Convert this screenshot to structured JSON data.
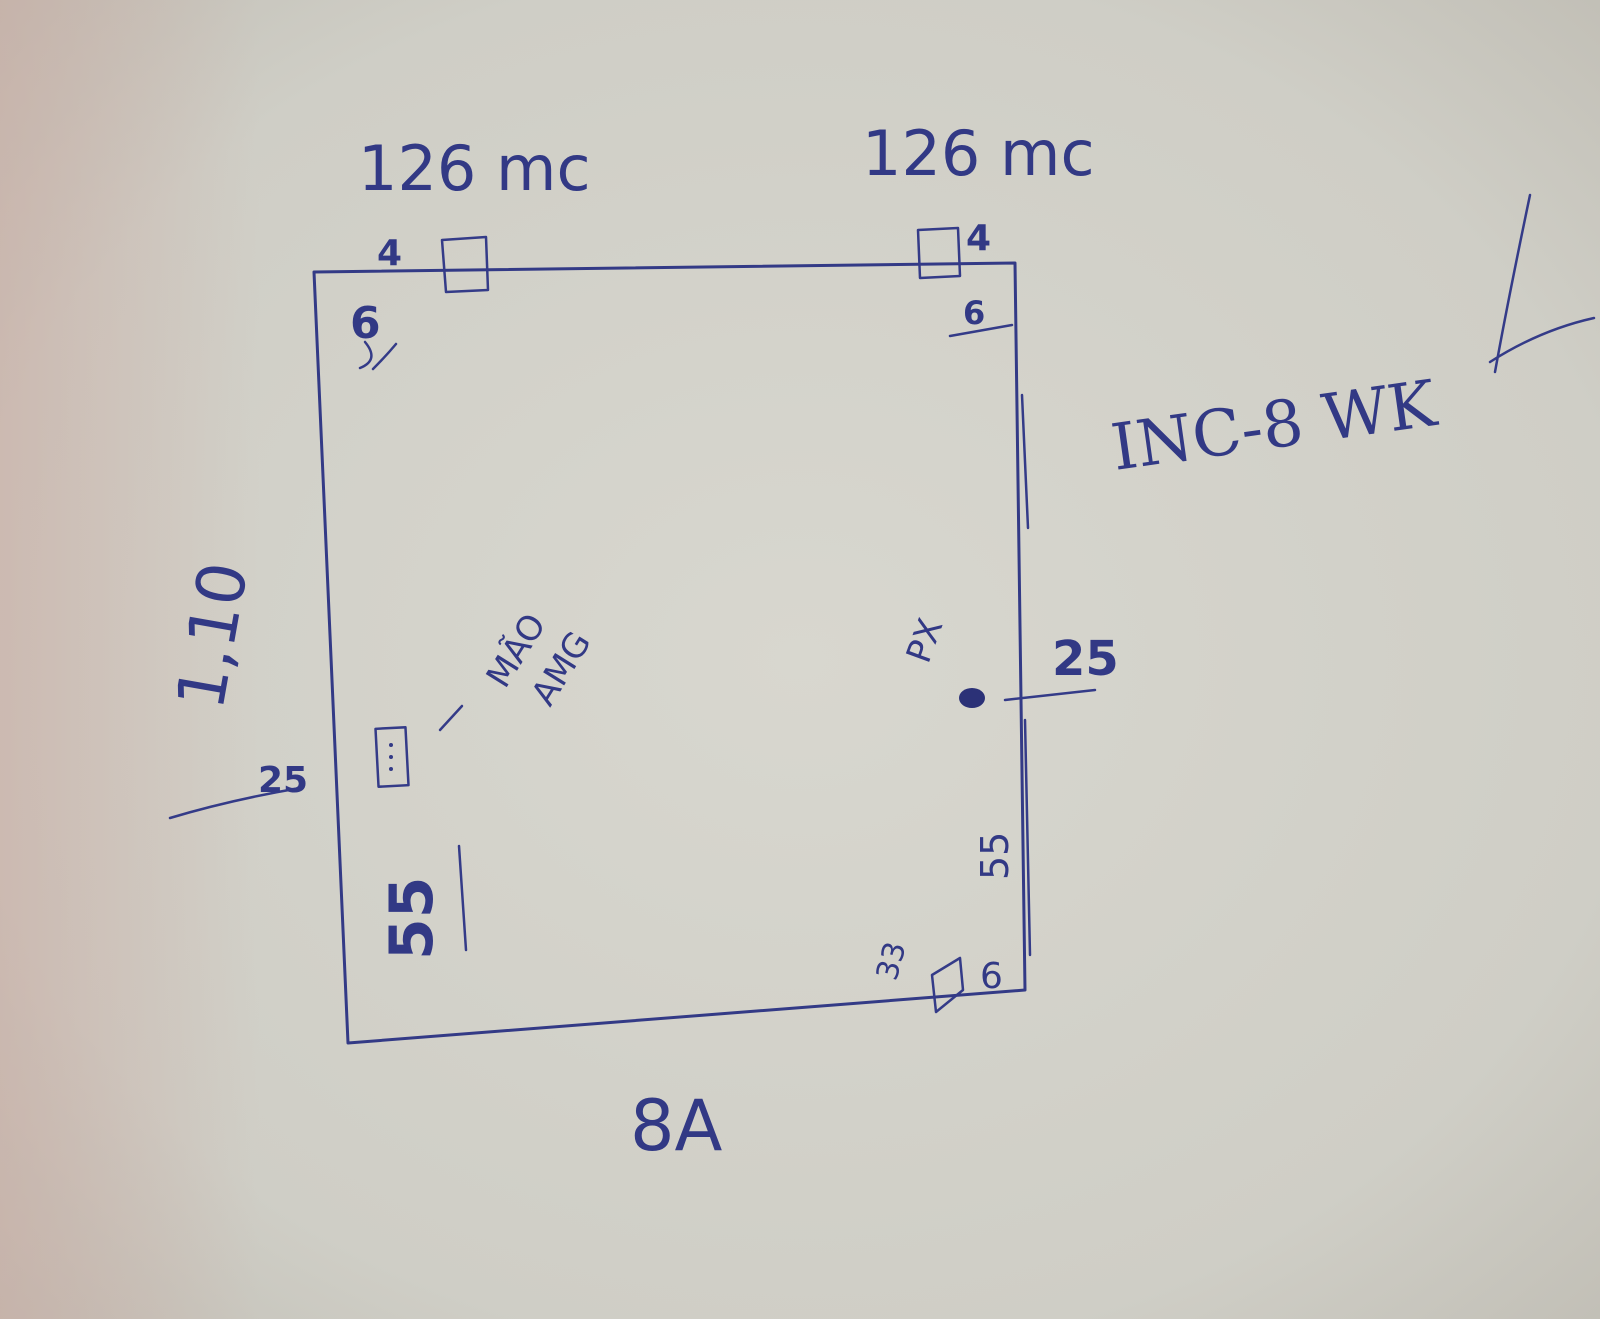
{
  "labels": {
    "top_left_label": "126 mc",
    "top_right_label": "126 mc",
    "top_left_corner_mark": "4",
    "top_right_corner_mark": "4",
    "top_left_inner": "6",
    "top_right_inner": "6",
    "right_side_note": "INC-8 WK",
    "left_side_length": "1,10",
    "left_outlet_offset": "25",
    "center_note_line1": "MÃO",
    "center_note_line2": "AMG",
    "point_label": "PX",
    "right_point_offset": "25",
    "left_bottom_length": "55",
    "right_bottom_length": "55",
    "bottom_right_small": "33",
    "bottom_right_inner": "6",
    "bottom_label": "8A"
  },
  "colors": {
    "paper": "#d2d1c9",
    "ink": "#333a86"
  }
}
